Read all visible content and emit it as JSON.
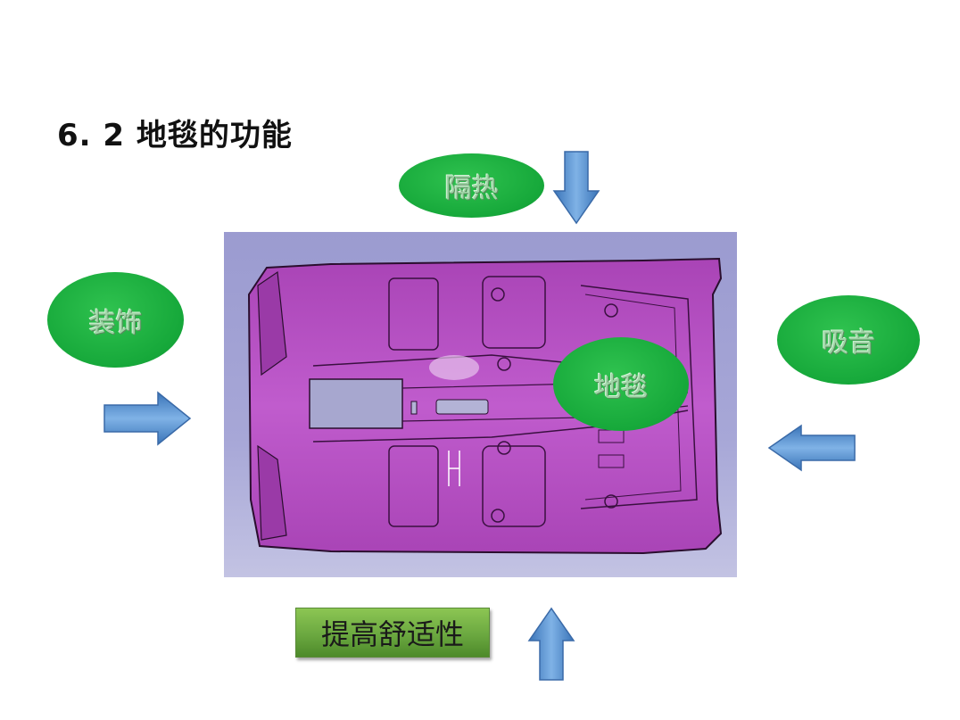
{
  "slide": {
    "title": "6. 2 地毯的功能"
  },
  "labels": {
    "heat_insulation": "隔热",
    "decoration": "装饰",
    "sound_absorption": "吸音",
    "carpet": "地毯",
    "comfort": "提高舒适性"
  },
  "colors": {
    "ellipse_green": "#16a83a",
    "comfort_green": "#6ba840",
    "arrow_blue": "#4a86c8",
    "carpet_magenta": "#b44fc0",
    "background_lavender": "#a3a3d5"
  },
  "icons": {
    "arrow_down": "arrow-down-icon",
    "arrow_right": "arrow-right-icon",
    "arrow_left": "arrow-left-icon",
    "arrow_up": "arrow-up-icon"
  }
}
